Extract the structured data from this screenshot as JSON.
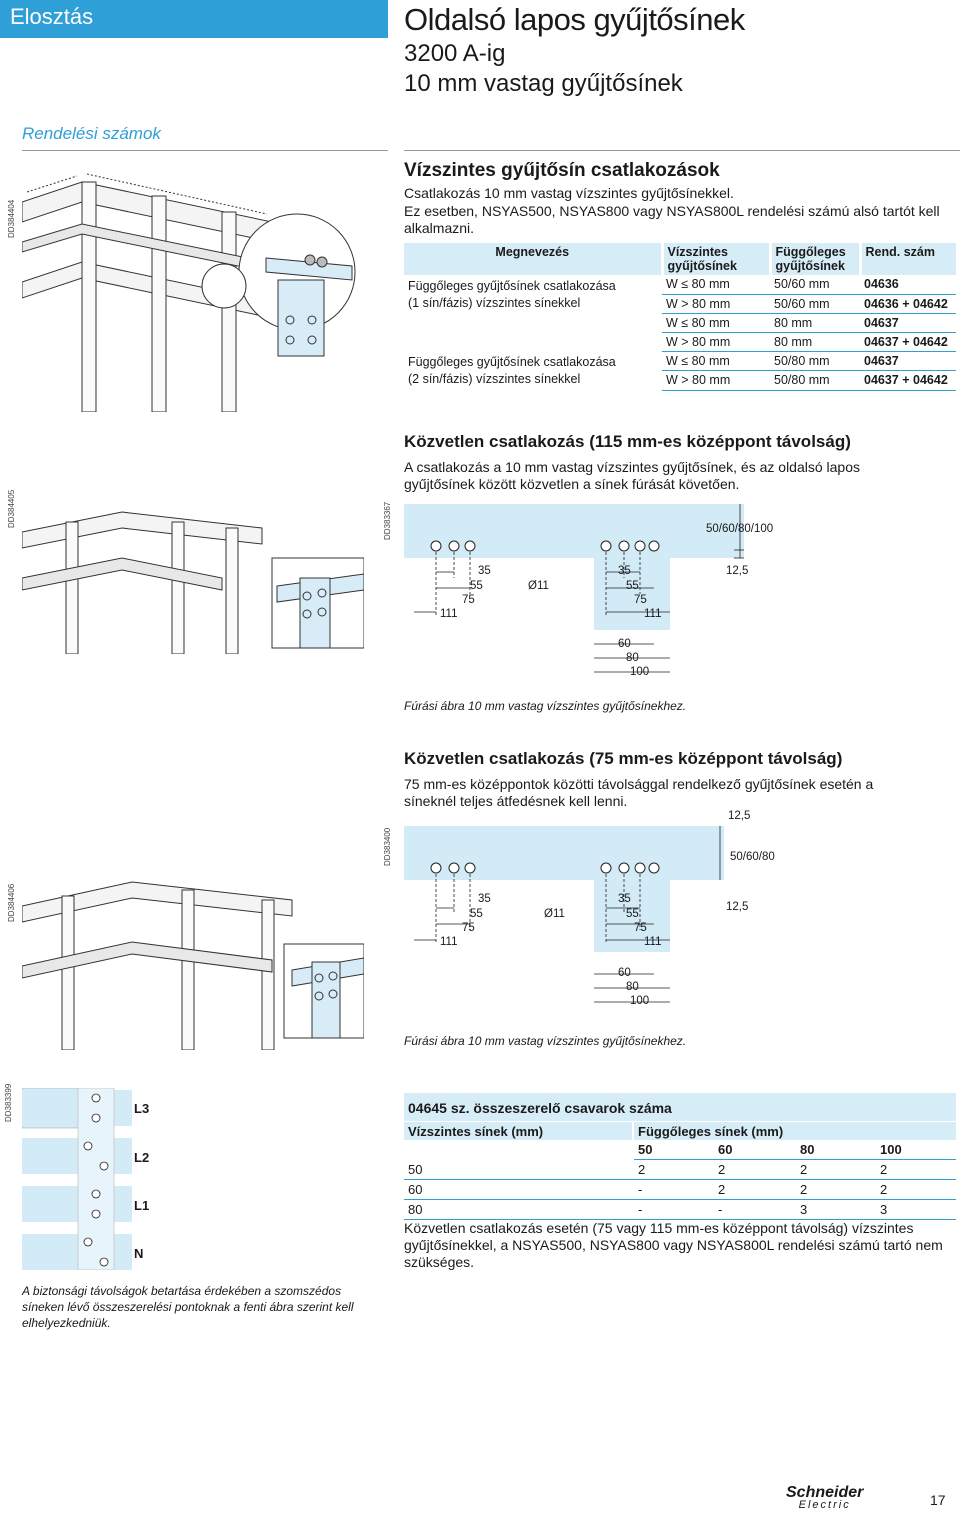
{
  "header": {
    "section": "Elosztás",
    "subsection": "Rendelési számok",
    "title": "Oldalsó lapos gyűjtősínek",
    "subtitle1": "3200 A-ig",
    "subtitle2": "10 mm vastag gyűjtősínek"
  },
  "codes": {
    "c1": "DD384404",
    "c2": "DD384405",
    "c3": "DD383367",
    "c4": "DD383400",
    "c5": "DD384406",
    "c6": "DD383399"
  },
  "section1": {
    "heading": "Vízszintes gyűjtősín csatlakozások",
    "line1": "Csatlakozás 10 mm vastag vízszintes gyűjtősínekkel.",
    "line2": "Ez esetben, NSYAS500, NSYAS800 vagy NSYAS800L rendelési számú alsó tartót kell alkalmazni.",
    "table": {
      "headers": [
        "Megnevezés",
        "Vízszintes gyűjtősínek",
        "Függőleges gyűjtősínek",
        "Rend. szám"
      ],
      "groups": [
        {
          "name": "Függőleges gyűjtősínek csatlakozása (1 sín/fázis) vízszintes sínekkel",
          "rows": [
            [
              "W ≤ 80 mm",
              "50/60 mm",
              "04636"
            ],
            [
              "W > 80 mm",
              "50/60 mm",
              "04636 + 04642"
            ],
            [
              "W ≤ 80 mm",
              "80 mm",
              "04637"
            ],
            [
              "W > 80 mm",
              "80 mm",
              "04637 + 04642"
            ]
          ]
        },
        {
          "name": "Függőleges gyűjtősínek csatlakozása (2 sín/fázis) vízszintes sínekkel",
          "rows": [
            [
              "W ≤ 80 mm",
              "50/80 mm",
              "04637"
            ],
            [
              "W > 80 mm",
              "50/80 mm",
              "04637 + 04642"
            ]
          ]
        }
      ]
    }
  },
  "section2": {
    "heading": "Közvetlen csatlakozás (115 mm-es középpont távolság)",
    "text": "A csatlakozás a 10 mm vastag vízszintes gyűjtősínek, és az oldalsó lapos gyűjtősínek között közvetlen a sínek fúrását követően.",
    "dims": {
      "d35": "35",
      "d55": "55",
      "d75": "75",
      "d111": "111",
      "hole": "Ø11",
      "d35b": "35",
      "d55b": "55",
      "d75b": "75",
      "d111b": "111",
      "width": "50/60/80/100",
      "d125": "12,5",
      "d60": "60",
      "d80": "80",
      "d100": "100"
    },
    "caption": "Fúrási ábra 10 mm vastag vízszintes gyűjtősínekhez."
  },
  "section3": {
    "heading": "Közvetlen csatlakozás (75 mm-es középpont távolság)",
    "text": "75 mm-es középpontok közötti távolsággal rendelkező gyűjtősínek esetén a síneknél teljes átfedésnek kell lenni.",
    "dims": {
      "d125top": "12,5",
      "width": "50/60/80",
      "d35": "35",
      "d55": "55",
      "d75": "75",
      "d111": "111",
      "hole": "Ø11",
      "d35b": "35",
      "d55b": "55",
      "d75b": "75",
      "d111b": "111",
      "d125": "12,5",
      "d60": "60",
      "d80": "80",
      "d100": "100"
    },
    "caption": "Fúrási ábra 10 mm vastag vízszintes gyűjtősínekhez."
  },
  "phases": {
    "l3": "L3",
    "l2": "L2",
    "l1": "L1",
    "n": "N",
    "caption": "A biztonsági távolságok betartása érdekében a szomszédos síneken lévő összeszerelési pontoknak a fenti ábra szerint kell elhelyezkedniük."
  },
  "section4": {
    "heading": "04645 sz. összeszerelő csavarok száma",
    "col1": "Vízszintes sínek (mm)",
    "col2": "Függőleges sínek (mm)",
    "sizes": [
      "50",
      "60",
      "80",
      "100"
    ],
    "rows": [
      [
        "50",
        "2",
        "2",
        "2",
        "2"
      ],
      [
        "60",
        "-",
        "2",
        "2",
        "2"
      ],
      [
        "80",
        "-",
        "-",
        "3",
        "3"
      ]
    ],
    "note": "Közvetlen csatlakozás esetén (75 vagy 115 mm-es középpont távolság) vízszintes gyűjtősínekkel, a NSYAS500, NSYAS800 vagy NSYAS800L rendelési számú tartó nem szükséges."
  },
  "footer": {
    "brand": "Schneider",
    "brand2": "Electric",
    "page": "17"
  }
}
